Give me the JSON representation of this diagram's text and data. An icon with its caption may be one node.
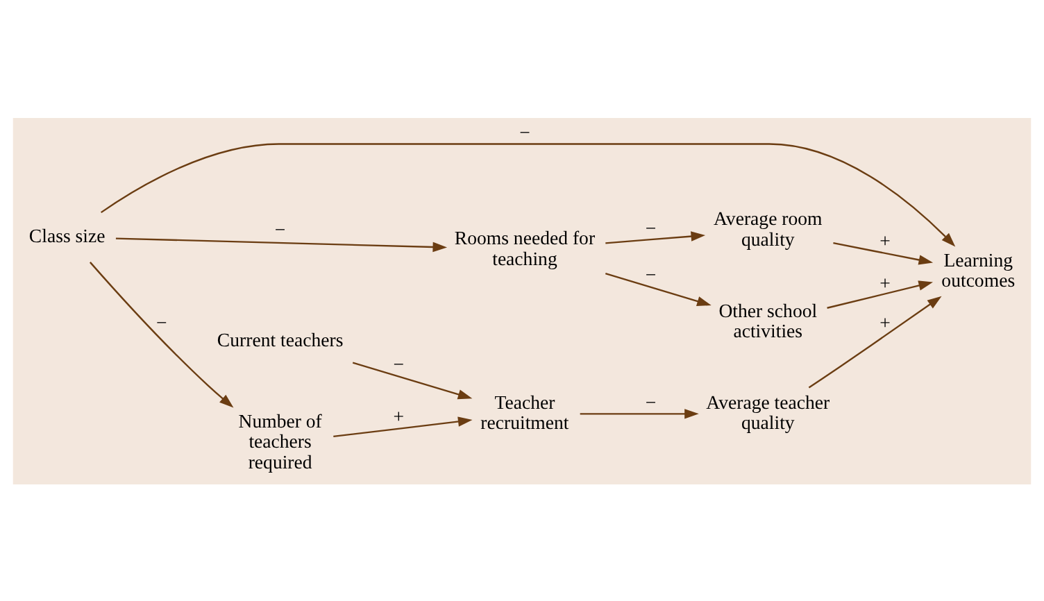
{
  "diagram": {
    "nodes": [
      {
        "text": [
          "Class size"
        ]
      },
      {
        "text": [
          "Learning outcomes"
        ]
      },
      {
        "text": [
          "Number of teachers required"
        ]
      },
      {
        "text": [
          "Rooms needed for teaching"
        ]
      },
      {
        "text": [
          "Average room quality"
        ]
      },
      {
        "text": [
          "Other school activities"
        ]
      },
      {
        "text": [
          "Current teachers"
        ]
      },
      {
        "text": [
          "Teacher recruitment"
        ]
      },
      {
        "text": [
          "Average teacher quality"
        ]
      }
    ],
    "edges": [
      {
        "from": 0,
        "to": 1,
        "arrow": "to",
        "label": "−"
      },
      {
        "from": 0,
        "to": 2,
        "arrow": "to",
        "label": "−"
      },
      {
        "from": 0,
        "to": 3,
        "arrow": "to",
        "label": "−"
      },
      {
        "from": 3,
        "to": 4,
        "arrow": "to",
        "label": "−"
      },
      {
        "from": 3,
        "to": 5,
        "arrow": "to",
        "label": "−"
      },
      {
        "from": 4,
        "to": 1,
        "arrow": "to",
        "label": "+"
      },
      {
        "from": 5,
        "to": 1,
        "arrow": "to",
        "label": "+"
      },
      {
        "from": 2,
        "to": 7,
        "arrow": "to",
        "label": "+"
      },
      {
        "from": 6,
        "to": 7,
        "arrow": "to",
        "label": "−"
      },
      {
        "from": 7,
        "to": 8,
        "arrow": "to",
        "label": "−"
      },
      {
        "from": 8,
        "to": 1,
        "arrow": "to",
        "label": "+"
      }
    ]
  }
}
